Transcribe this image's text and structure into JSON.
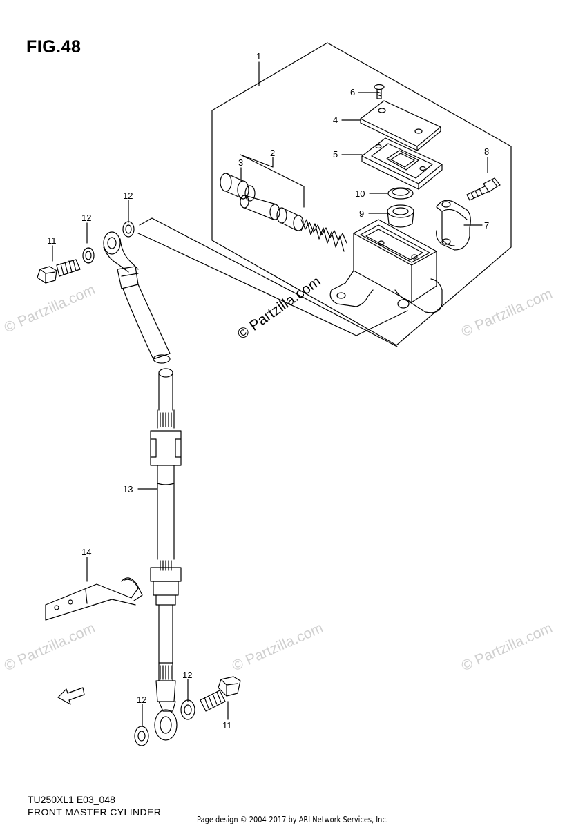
{
  "figure": {
    "title": "FIG.48",
    "model_code": "TU250XL1 E03_048",
    "caption": "FRONT MASTER CYLINDER"
  },
  "callouts": {
    "c1": "1",
    "c2": "2",
    "c3": "3",
    "c4": "4",
    "c5": "5",
    "c6": "6",
    "c7": "7",
    "c8": "8",
    "c9": "9",
    "c10": "10",
    "c11a": "11",
    "c11b": "11",
    "c12a": "12",
    "c12b": "12",
    "c12c": "12",
    "c12d": "12",
    "c13": "13",
    "c14": "14"
  },
  "watermark": {
    "main": "© Partzilla.com",
    "faint": "© Partzilla.com"
  },
  "fwd_label": "FWD",
  "footer": "Page design © 2004-2017 by ARI Network Services, Inc.",
  "colors": {
    "line": "#000000",
    "watermark": "#cfcfcf",
    "background": "#ffffff"
  }
}
